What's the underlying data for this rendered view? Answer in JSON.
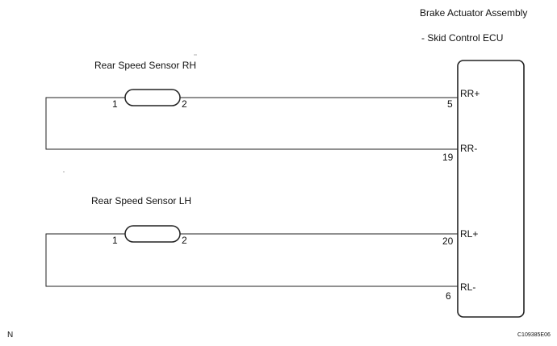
{
  "ecu": {
    "title": "Brake Actuator Assembly",
    "subtitle": "- Skid Control ECU",
    "terminals": [
      {
        "name": "RR+",
        "pin": "5"
      },
      {
        "name": "RR-",
        "pin": "19"
      },
      {
        "name": "RL+",
        "pin": "20"
      },
      {
        "name": "RL-",
        "pin": "6"
      }
    ]
  },
  "sensors": [
    {
      "label": "Rear Speed Sensor RH",
      "pin_left": "1",
      "pin_right": "2"
    },
    {
      "label": "Rear Speed Sensor LH",
      "pin_left": "1",
      "pin_right": "2"
    }
  ],
  "corner_left": "N",
  "figure_code": "C109385E06",
  "line_color": "#222222"
}
